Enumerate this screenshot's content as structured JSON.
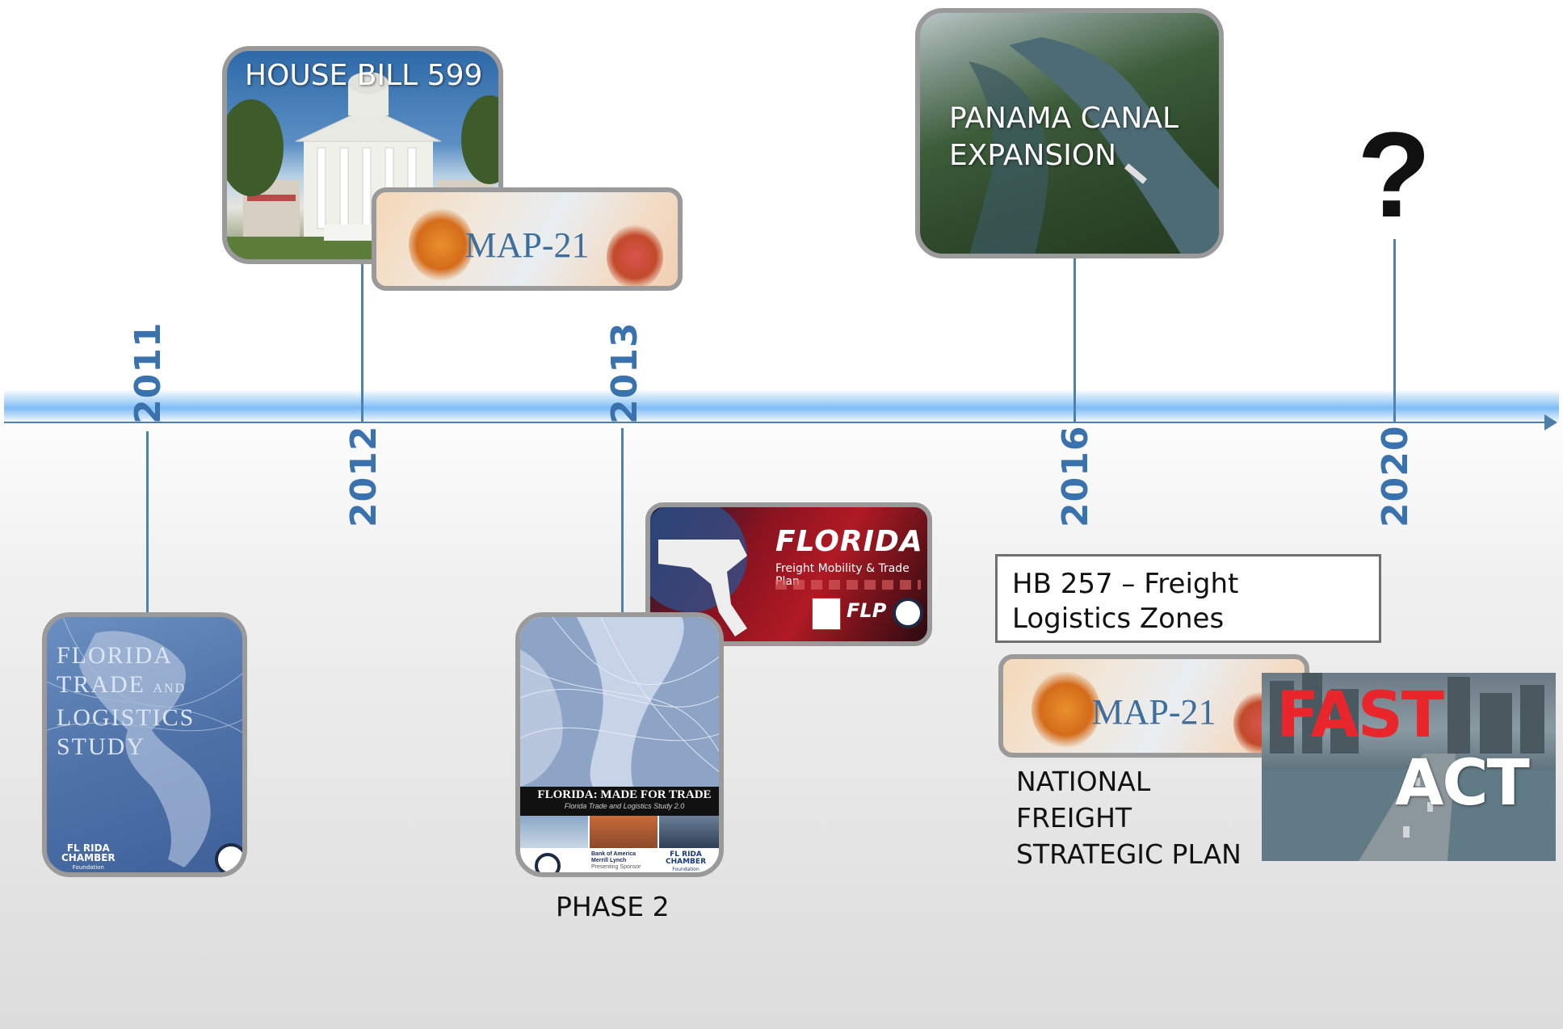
{
  "timeline": {
    "years": [
      "2011",
      "2012",
      "2013",
      "2016",
      "2020"
    ]
  },
  "events": {
    "house_bill": "HOUSE BILL 599",
    "map21_top": "MAP-21",
    "panama": [
      "PANAMA CANAL",
      "EXPANSION"
    ],
    "question": "?",
    "trade_study_cover": [
      "FLORIDA",
      "TRADE",
      "AND",
      "LOGISTICS",
      "STUDY"
    ],
    "trade_study_logo": [
      "FL RIDA",
      "CHAMBER",
      "Foundation"
    ],
    "phase2_cover_title": "FLORIDA: MADE FOR TRADE",
    "phase2_cover_subtitle": "Florida Trade and Logistics Study 2.0",
    "phase2_sponsor": [
      "Bank of America",
      "Merrill Lynch",
      "Presenting Sponsor"
    ],
    "phase2_chamber": [
      "FL RIDA",
      "CHAMBER",
      "Foundation"
    ],
    "phase2_caption": "PHASE 2",
    "fmtp_title": "FLORIDA",
    "fmtp_subtitle": "Freight Mobility & Trade Plan",
    "fmtp_logo": "FLP",
    "hb257": [
      "HB 257 – Freight",
      "Logistics Zones"
    ],
    "map21_bottom": "MAP-21",
    "national_plan": [
      "NATIONAL",
      "FREIGHT",
      "STRATEGIC PLAN"
    ],
    "fast_act": [
      "FAST",
      "ACT"
    ]
  },
  "colors": {
    "axis": "#4f7ea6",
    "year_text": "#3a72ad",
    "card_border": "#9a9a9a",
    "fast_red": "#e8262c"
  }
}
